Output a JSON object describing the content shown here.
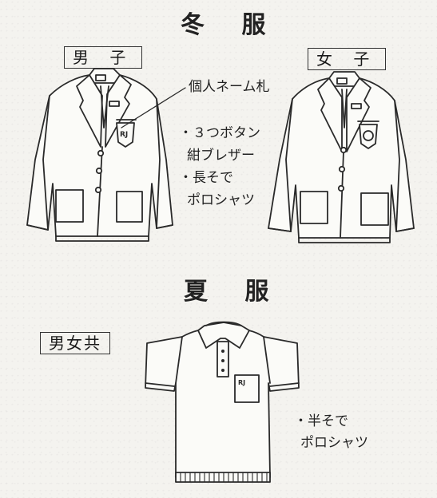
{
  "winter": {
    "title": "冬 服",
    "boys_label": "男 子",
    "girls_label": "女 子",
    "name_tag_label": "個人ネーム札",
    "notes": [
      "・３つボタン",
      "紺ブレザー",
      "・長そで",
      "ポロシャツ"
    ],
    "badge_text": "RJ"
  },
  "summer": {
    "title": "夏 服",
    "unisex_label": "男女共",
    "notes": [
      "・半そで",
      "ポロシャツ"
    ],
    "pocket_text": "RJ"
  }
}
